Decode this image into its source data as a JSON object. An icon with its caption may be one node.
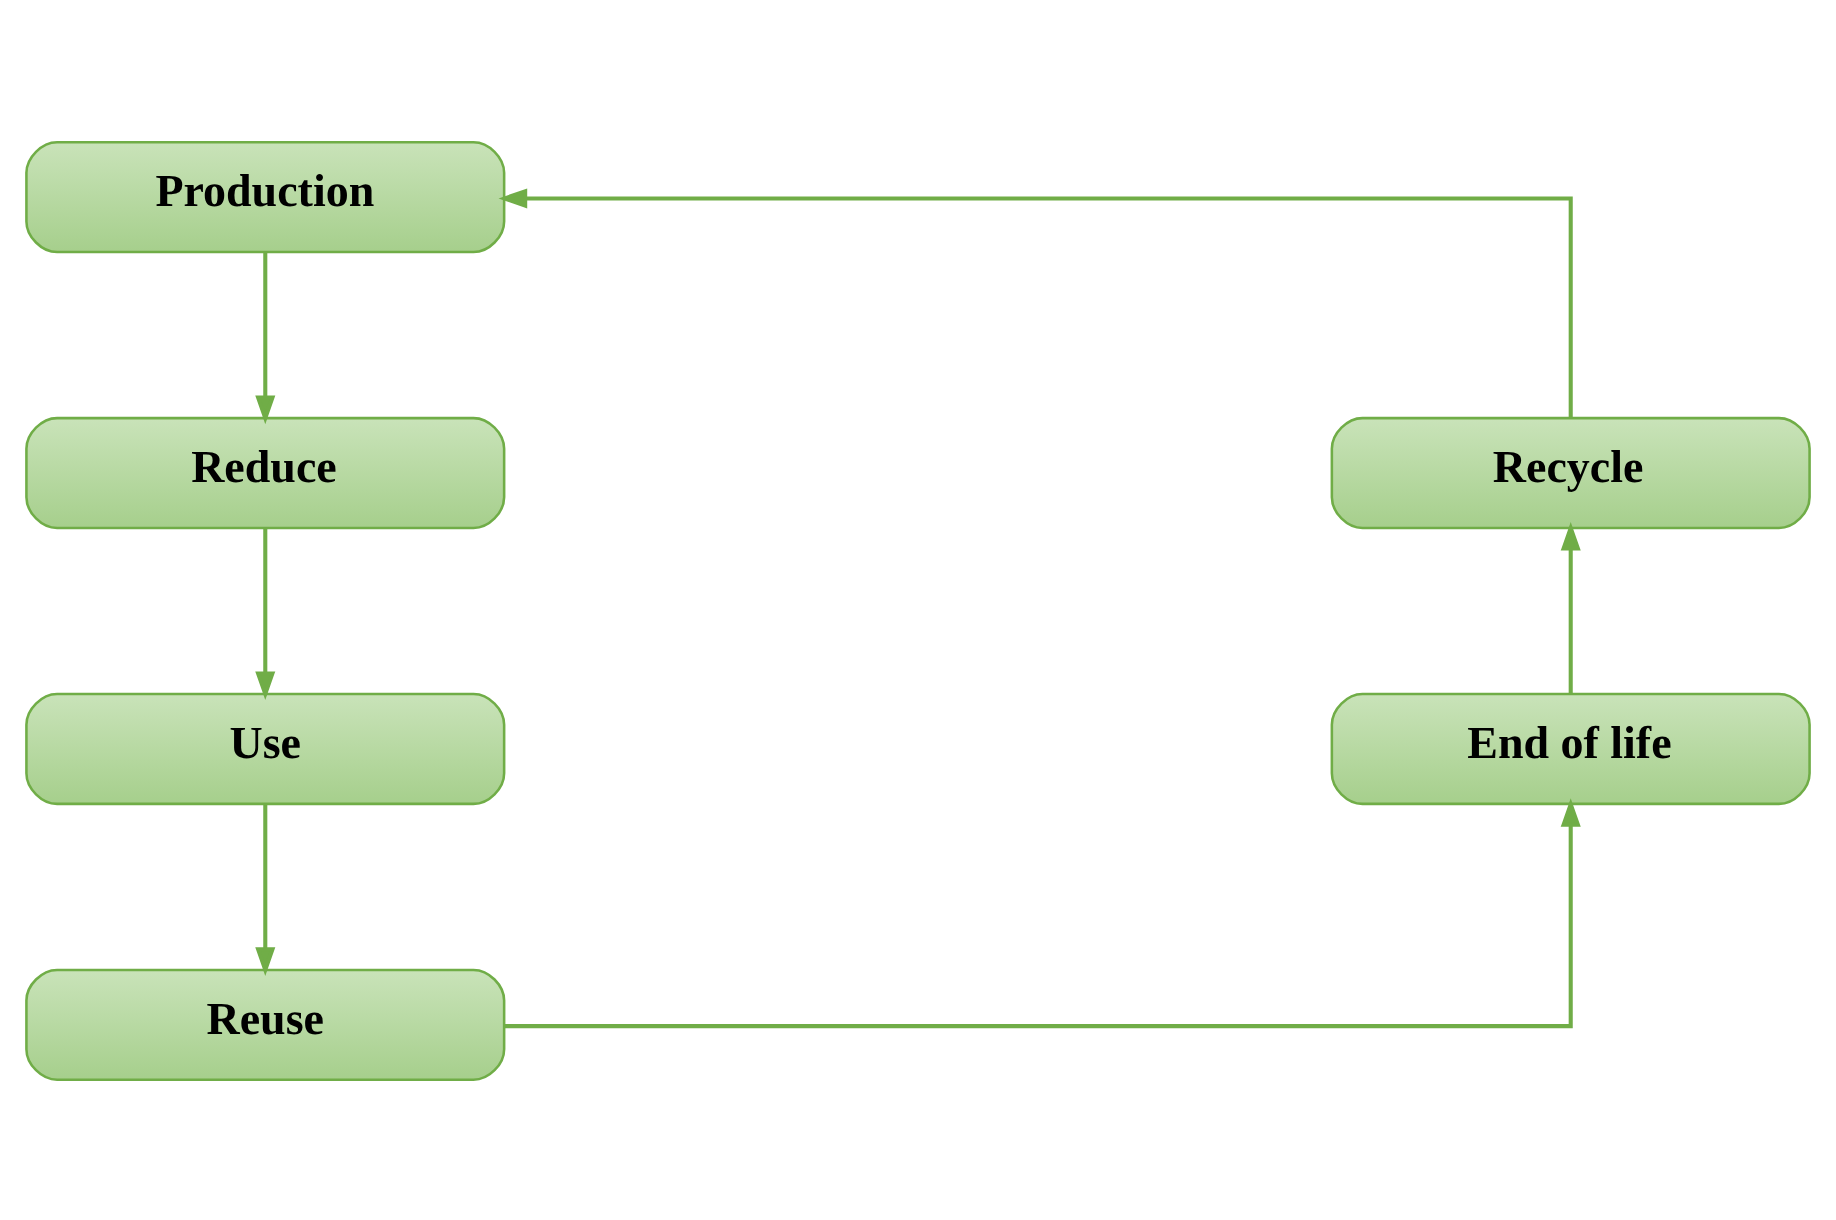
{
  "diagram": {
    "nodes": [
      {
        "text": [
          "Production"
        ]
      },
      {
        "text": [
          "Reduce"
        ]
      },
      {
        "text": [
          "Use"
        ]
      },
      {
        "text": [
          "Reuse"
        ]
      },
      {
        "text": [
          "End of life"
        ]
      },
      {
        "text": [
          "Recycle"
        ]
      }
    ],
    "edges": [
      {
        "from": 0,
        "to": 1,
        "arrow": "to"
      },
      {
        "from": 1,
        "to": 2,
        "arrow": "to"
      },
      {
        "from": 2,
        "to": 3,
        "arrow": "to"
      },
      {
        "from": 3,
        "to": 4,
        "arrow": "to"
      },
      {
        "from": 4,
        "to": 5,
        "arrow": "to"
      },
      {
        "from": 5,
        "to": 0,
        "arrow": "to"
      }
    ]
  }
}
